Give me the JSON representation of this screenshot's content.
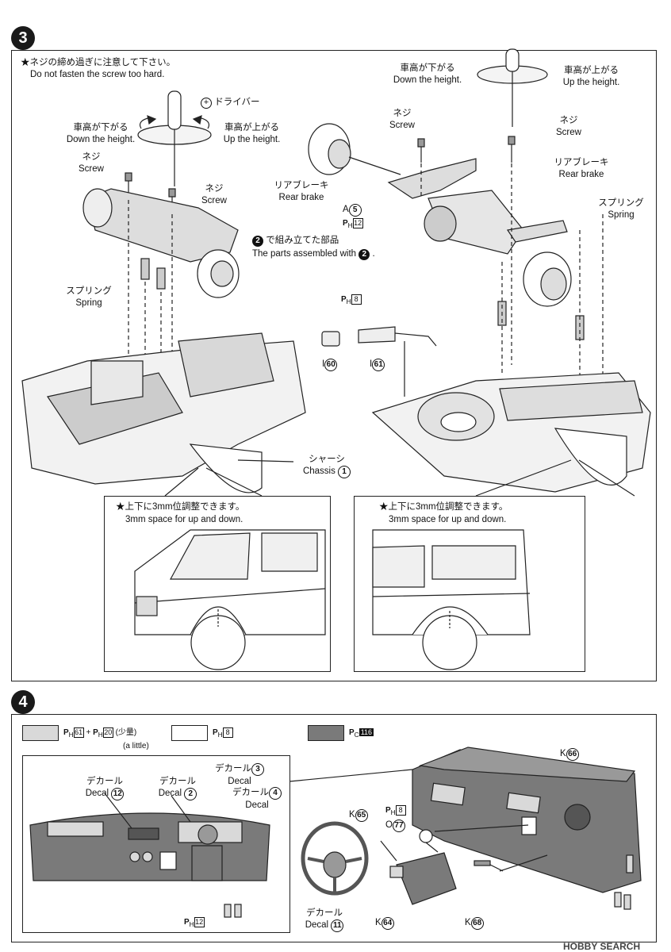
{
  "step3": {
    "number": "3",
    "note_jp": "★ネジの締め過ぎに注意して下さい。",
    "note_en": "Do not fasten the screw too hard.",
    "driver_jp": "ドライバー",
    "down_jp": "車高が下がる",
    "down_en": "Down the height.",
    "up_jp": "車高が上がる",
    "up_en": "Up the height.",
    "screw_jp": "ネジ",
    "screw_en": "Screw",
    "assembled_jp": "で組み立てた部品",
    "assembled_en": "The parts assembled with",
    "assembled_ref": "2",
    "spring_jp": "スプリング",
    "spring_en": "Spring",
    "chassis_jp": "シャーシ",
    "chassis_en": "Chassis",
    "chassis_num": "1",
    "rear_brake_jp": "リアブレーキ",
    "rear_brake_en": "Rear brake",
    "part_a": "A",
    "part_a_num": "5",
    "ph_prefix": "P",
    "ph_sub": "H",
    "ph12": "12",
    "ph8": "8",
    "part_i": "I",
    "i60": "60",
    "i61": "61",
    "adjust_jp": "★上下に3mm位調整できます。",
    "adjust_en": "3mm space for up and down."
  },
  "step4": {
    "number": "4",
    "legend": {
      "swatch1_a": "61",
      "swatch1_plus": "+",
      "swatch1_b": "20",
      "swatch1_note_jp": "(少量)",
      "swatch1_note_en": "(a little)",
      "swatch2": "8",
      "swatch3_sub": "C",
      "swatch3": "116"
    },
    "decal_jp": "デカール",
    "decal_en": "Decal",
    "decal_12": "12",
    "decal_2": "2",
    "decal_3": "3",
    "decal_4": "4",
    "decal_11": "11",
    "ph12": "12",
    "ph8": "8",
    "k": "K",
    "k65": "65",
    "k66": "66",
    "k64": "64",
    "k68": "68",
    "o": "O",
    "o77": "77"
  },
  "watermark": "HOBBY SEARCH",
  "colors": {
    "swatch_light": "#d9d9d9",
    "swatch_white": "#ffffff",
    "swatch_dark": "#7a7a7a",
    "line": "#222222"
  }
}
